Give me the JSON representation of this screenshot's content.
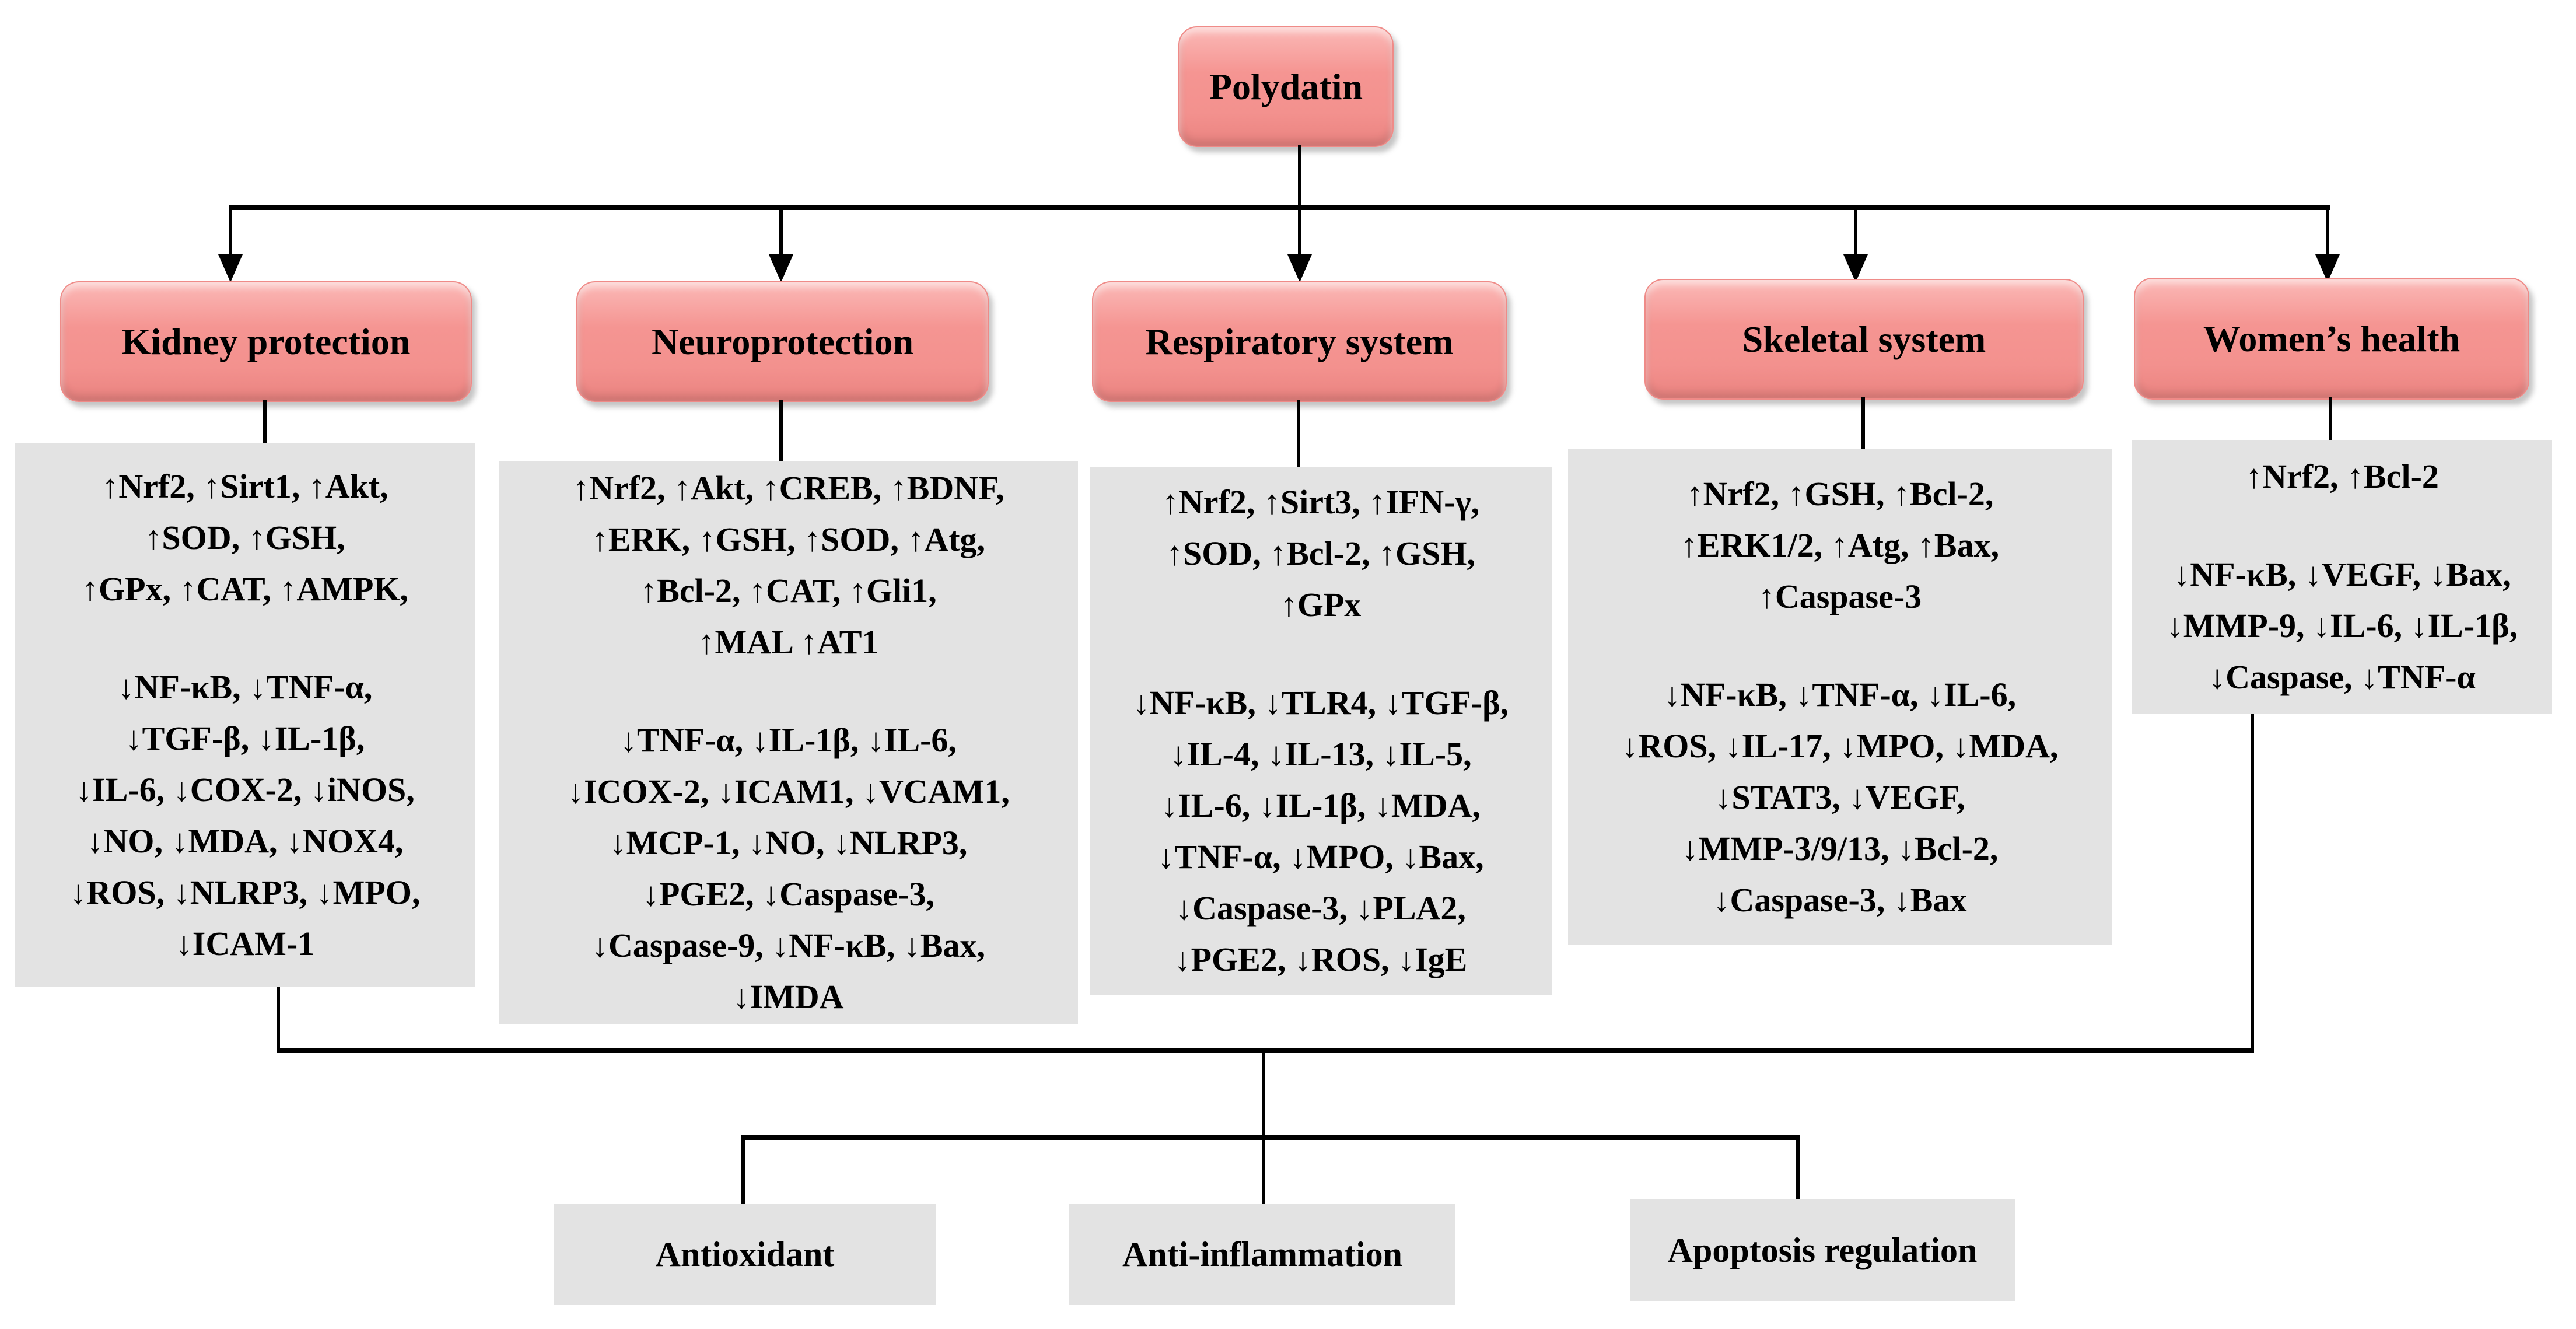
{
  "root": {
    "title": "Polydatin"
  },
  "columns": [
    {
      "title": "Kidney protection",
      "up": "↑Nrf2, ↑Sirt1, ↑Akt,\n↑SOD, ↑GSH,\n↑GPx, ↑CAT, ↑AMPK,",
      "down": "↓NF-κB, ↓TNF-α,\n↓TGF-β, ↓IL-1β,\n↓IL-6, ↓COX-2, ↓iNOS,\n↓NO, ↓MDA, ↓NOX4,\n↓ROS, ↓NLRP3, ↓MPO,\n↓ICAM-1"
    },
    {
      "title": "Neuroprotection",
      "up": "↑Nrf2, ↑Akt, ↑CREB, ↑BDNF,\n↑ERK, ↑GSH, ↑SOD, ↑Atg,\n↑Bcl-2, ↑CAT, ↑Gli1,\n↑MAL ↑AT1",
      "down": "↓TNF-α, ↓IL-1β, ↓IL-6,\n↓ICOX-2, ↓ICAM1, ↓VCAM1,\n↓MCP-1, ↓NO, ↓NLRP3,\n↓PGE2, ↓Caspase-3,\n↓Caspase-9, ↓NF-κB, ↓Bax,\n↓IMDA"
    },
    {
      "title": "Respiratory system",
      "up": "↑Nrf2, ↑Sirt3, ↑IFN-γ,\n↑SOD, ↑Bcl-2, ↑GSH,\n↑GPx",
      "down": "↓NF-κB, ↓TLR4, ↓TGF-β,\n↓IL-4, ↓IL-13, ↓IL-5,\n↓IL-6, ↓IL-1β, ↓MDA,\n↓TNF-α, ↓MPO, ↓Bax,\n↓Caspase-3, ↓PLA2,\n↓PGE2, ↓ROS, ↓IgE"
    },
    {
      "title": "Skeletal system",
      "up": "↑Nrf2, ↑GSH, ↑Bcl-2,\n↑ERK1/2, ↑Atg, ↑Bax,\n↑Caspase-3",
      "down": "↓NF-κB, ↓TNF-α, ↓IL-6,\n↓ROS, ↓IL-17, ↓MPO, ↓MDA,\n↓STAT3, ↓VEGF,\n↓MMP-3/9/13, ↓Bcl-2,\n↓Caspase-3, ↓Bax"
    },
    {
      "title": "Women’s health",
      "up": "↑Nrf2, ↑Bcl-2",
      "down": "↓NF-κB, ↓VEGF, ↓Bax,\n↓MMP-9, ↓IL-6, ↓IL-1β,\n↓Caspase, ↓TNF-α"
    }
  ],
  "mechanisms": [
    {
      "label": "Antioxidant"
    },
    {
      "label": "Anti-inflammation"
    },
    {
      "label": "Apoptosis regulation"
    }
  ],
  "colors": {
    "node_fill": "#f4918e",
    "node_highlight": "#fbb9b7",
    "panel_fill": "#e3e3e3",
    "line": "#000000",
    "text": "#000000"
  }
}
